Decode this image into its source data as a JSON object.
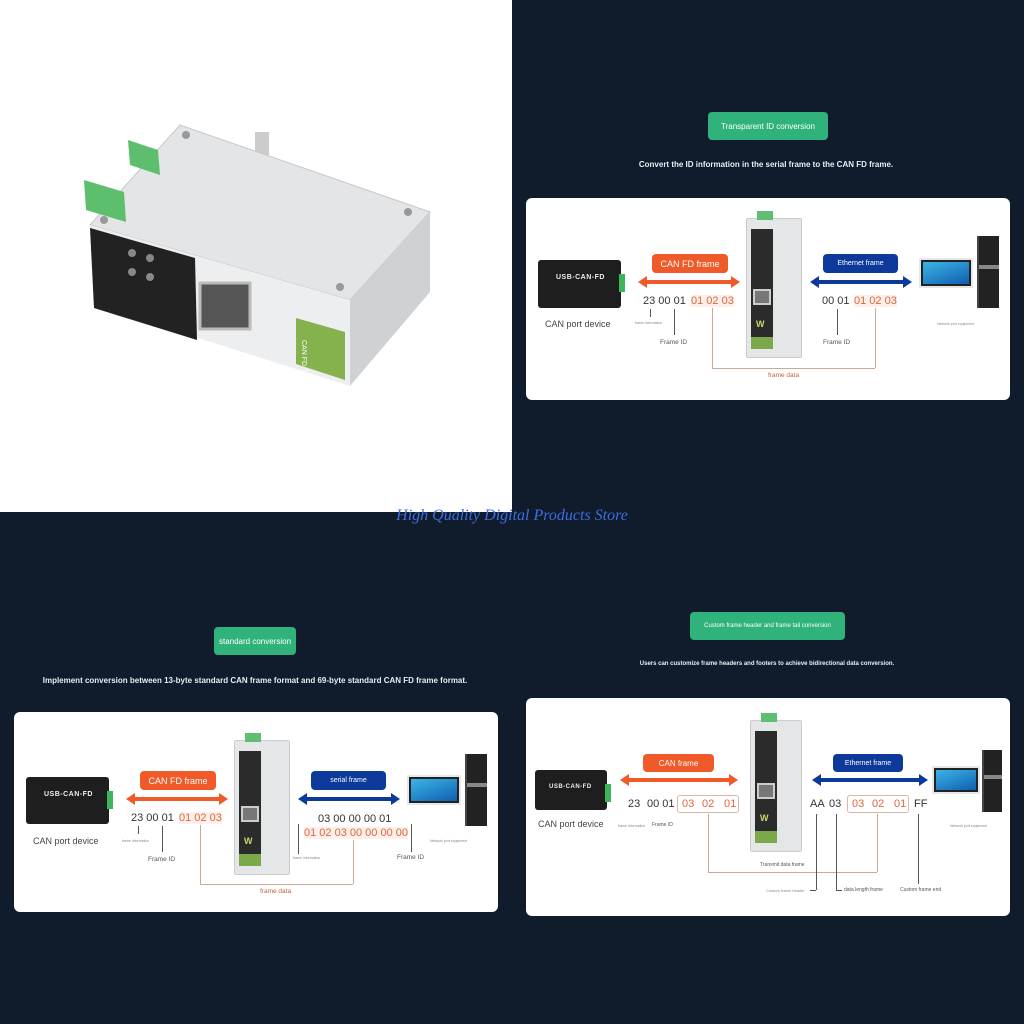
{
  "watermark": "High Quality Digital Products Store",
  "colors": {
    "background": "#101b2b",
    "pill": "#2fb37a",
    "can_frame": "#f05a28",
    "other_frame": "#0d3a9a",
    "data_hex": "#e0643c"
  },
  "product_photo": {
    "label_text": "CAN FD TO ETH"
  },
  "panel1": {
    "title": "Transparent ID conversion",
    "subtitle": "Convert the ID information in the serial frame to the CAN FD frame.",
    "usb_label": "USB-CAN-FD",
    "device": "CAN port device",
    "left_frame": "CAN FD frame",
    "right_frame": "Ethernet frame",
    "left_hex_head": "23 00 01",
    "left_hex_data": "01 02 03",
    "right_hex_head": "00 01",
    "right_hex_data": "01 02 03",
    "frame_info": "frame information",
    "frame_id_left": "Frame ID",
    "frame_id_right": "Frame ID",
    "network_device": "Network port equipment",
    "frame_data": "frame data"
  },
  "panel3": {
    "title": "standard conversion",
    "subtitle": "Implement conversion between 13-byte standard CAN frame format and 69-byte standard CAN FD frame format.",
    "usb_label": "USB-CAN-FD",
    "device": "CAN port device",
    "left_frame": "CAN FD frame",
    "right_frame": "serial frame",
    "left_hex_head": "23 00 01",
    "left_hex_data": "01 02 03",
    "right_hex_line1": "03 00 00 00 01",
    "right_hex_line2": "01 02 03 00 00 00 00",
    "frame_info_left": "frame information",
    "frame_info_right": "frame information",
    "frame_id_left": "Frame ID",
    "frame_id_right": "Frame ID",
    "network_device": "Network port equipment",
    "frame_data": "frame data"
  },
  "panel4": {
    "title": "Custom frame header and frame tail conversion",
    "subtitle": "Users can customize frame headers and footers to achieve bidirectional data conversion.",
    "usb_label": "USB-CAN-FD",
    "device": "CAN port device",
    "left_frame": "CAN frame",
    "right_frame": "Ethernet frame",
    "left_hex": [
      "23",
      "00 01"
    ],
    "left_data": [
      "03",
      "02",
      "01"
    ],
    "right_head": "AA",
    "right_len": "03",
    "right_data": [
      "03",
      "02",
      "01"
    ],
    "right_tail": "FF",
    "frame_info": "frame information",
    "frame_id": "Frame ID",
    "network_device": "Network port equipment",
    "transmit": "Transmit data frame",
    "custom_header": "Custom frame header",
    "data_length": "data length frame",
    "custom_end": "Custom frame end"
  }
}
